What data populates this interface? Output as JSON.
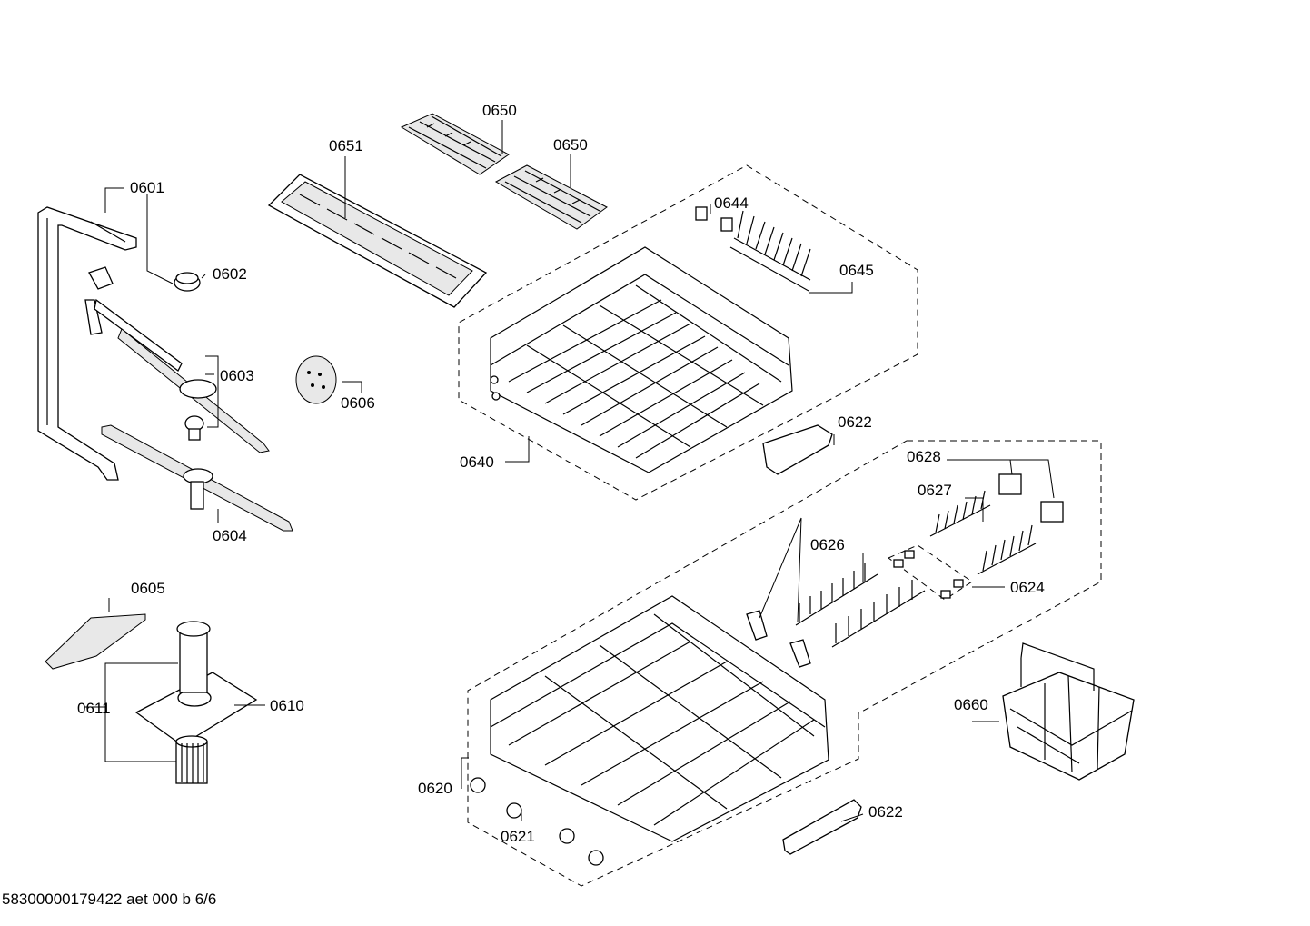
{
  "callouts": {
    "c0650a": "0650",
    "c0650b": "0650",
    "c0651": "0651",
    "c0601": "0601",
    "c0602": "0602",
    "c0603": "0603",
    "c0606": "0606",
    "c0644": "0644",
    "c0645": "0645",
    "c0640": "0640",
    "c0622a": "0622",
    "c0628": "0628",
    "c0627": "0627",
    "c0604": "0604",
    "c0626": "0626",
    "c0624": "0624",
    "c0605": "0605",
    "c0611": "0611",
    "c0610": "0610",
    "c0660": "0660",
    "c0620": "0620",
    "c0621": "0621",
    "c0622b": "0622"
  },
  "footer": "58300000179422 aet 000 b 6/6"
}
